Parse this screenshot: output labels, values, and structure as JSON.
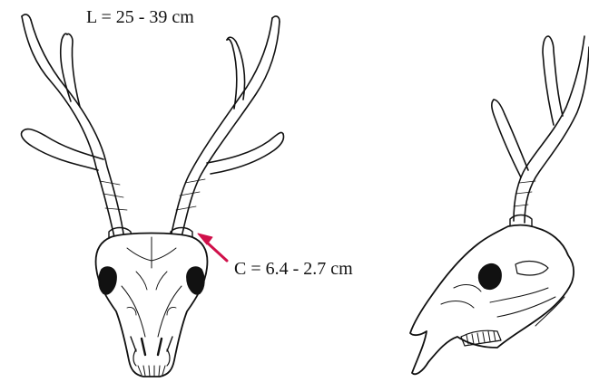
{
  "labels": {
    "length": "L = 25 - 39 cm",
    "circumference": "C = 6.4 - 2.7 cm"
  },
  "colors": {
    "arrow": "#d0104a",
    "ink": "#111111",
    "background": "#ffffff"
  },
  "figures": [
    {
      "view": "frontal",
      "icon": "antlered-skull-front-icon"
    },
    {
      "view": "lateral",
      "icon": "antlered-skull-side-icon"
    }
  ]
}
